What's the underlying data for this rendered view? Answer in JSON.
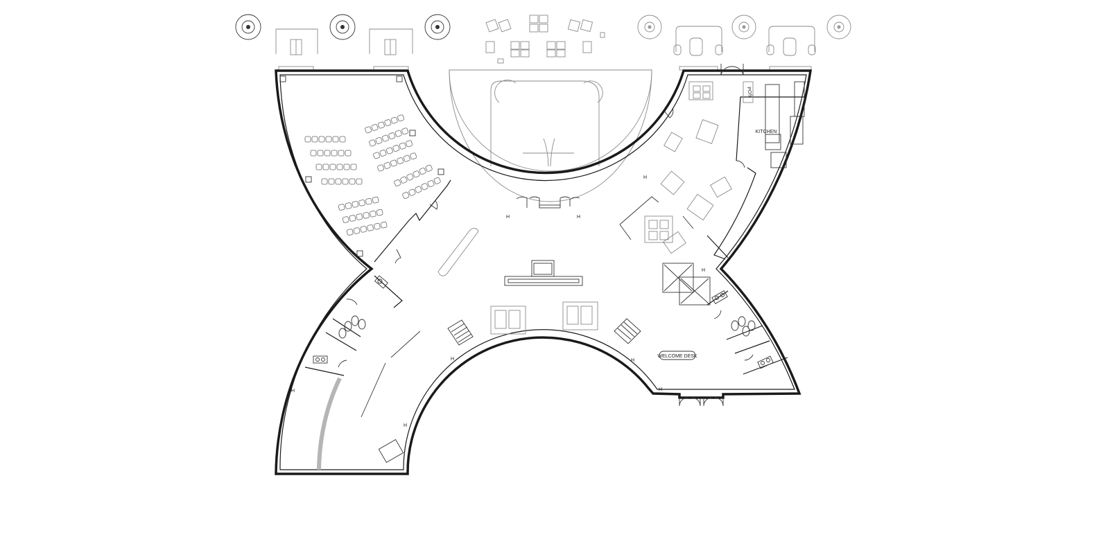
{
  "drawing": {
    "labels": {
      "kitchen": "KITCHEN",
      "pos": "POS",
      "welcome_desk": "WELCOME DESK"
    },
    "colors": {
      "wall": "#1a1a1a",
      "furniture": "#666666",
      "exterior_furniture": "#8a8a8a",
      "ramp": "#b5b5b5",
      "background": "#ffffff"
    },
    "icons": [
      "door-swing-icon",
      "stair-icon",
      "sink-icon",
      "toilet-icon",
      "sofa-icon",
      "umbrella-table-icon"
    ]
  }
}
